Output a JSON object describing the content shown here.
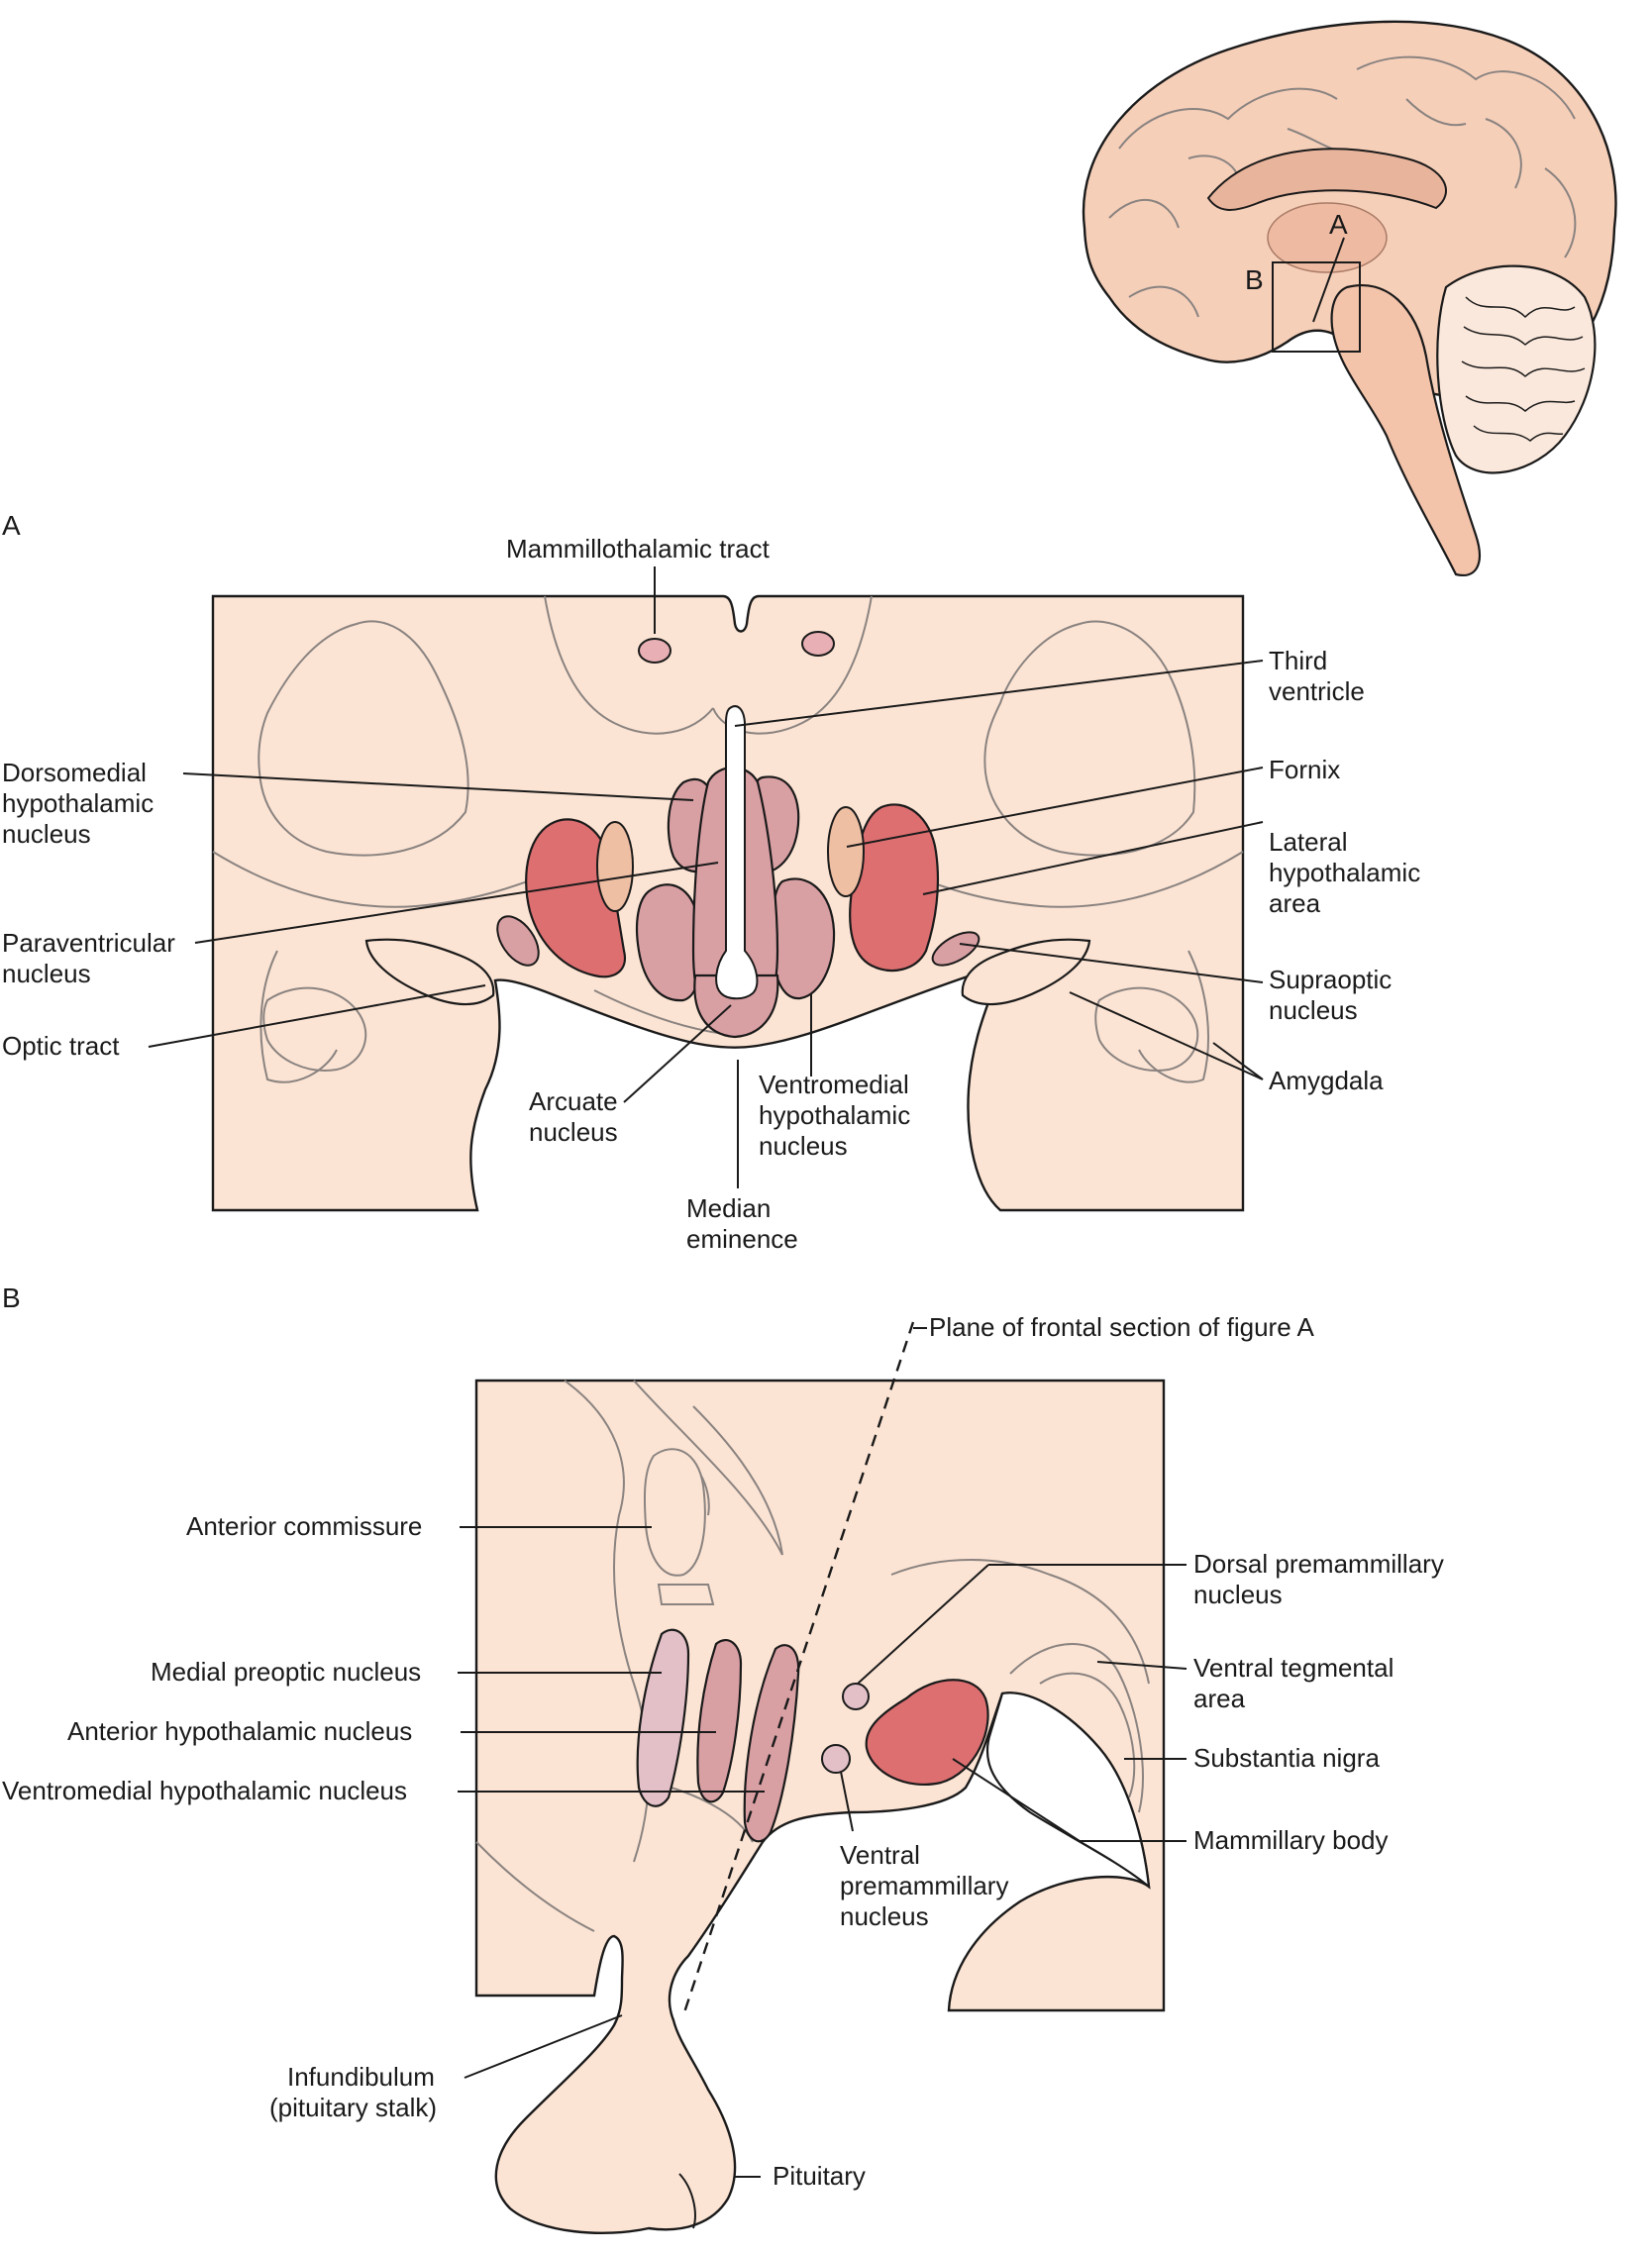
{
  "colors": {
    "tissue": "#fce4d4",
    "nucleus_dark": "#dd6f71",
    "nucleus_medium": "#d9a0a4",
    "nucleus_light": "#e3c0c8",
    "fornix": "#efbfa4",
    "brain_surface": "#f6cfb9",
    "outline": "#1a1a1a",
    "contour": "#8a8380"
  },
  "inset": {
    "letter_a": "A",
    "letter_b": "B"
  },
  "panel_a": {
    "letter": "A",
    "labels": {
      "mammillothalamic_tract": "Mammillothalamic tract",
      "third_ventricle": [
        "Third",
        "ventricle"
      ],
      "dorsomedial": [
        "Dorsomedial",
        "hypothalamic",
        "nucleus"
      ],
      "fornix": "Fornix",
      "lateral_area": [
        "Lateral",
        "hypothalamic",
        "area"
      ],
      "paraventricular": [
        "Paraventricular",
        "nucleus"
      ],
      "supraoptic": [
        "Supraoptic",
        "nucleus"
      ],
      "optic_tract": "Optic tract",
      "amygdala": "Amygdala",
      "arcuate": [
        "Arcuate",
        "nucleus"
      ],
      "ventromedial": [
        "Ventromedial",
        "hypothalamic",
        "nucleus"
      ],
      "median_eminence": [
        "Median",
        "eminence"
      ]
    }
  },
  "panel_b": {
    "letter": "B",
    "labels": {
      "plane": "Plane of frontal section of figure A",
      "anterior_commissure": "Anterior commissure",
      "dorsal_premammillary": [
        "Dorsal premammillary",
        "nucleus"
      ],
      "medial_preoptic": "Medial preoptic nucleus",
      "ventral_tegmental": [
        "Ventral tegmental",
        "area"
      ],
      "anterior_hypothalamic": "Anterior hypothalamic nucleus",
      "substantia_nigra": "Substantia nigra",
      "ventromedial": "Ventromedial hypothalamic nucleus",
      "mammillary_body": "Mammillary body",
      "ventral_premammillary": [
        "Ventral",
        "premammillary",
        "nucleus"
      ],
      "infundibulum": [
        "Infundibulum",
        "(pituitary stalk)"
      ],
      "pituitary": "Pituitary"
    }
  }
}
